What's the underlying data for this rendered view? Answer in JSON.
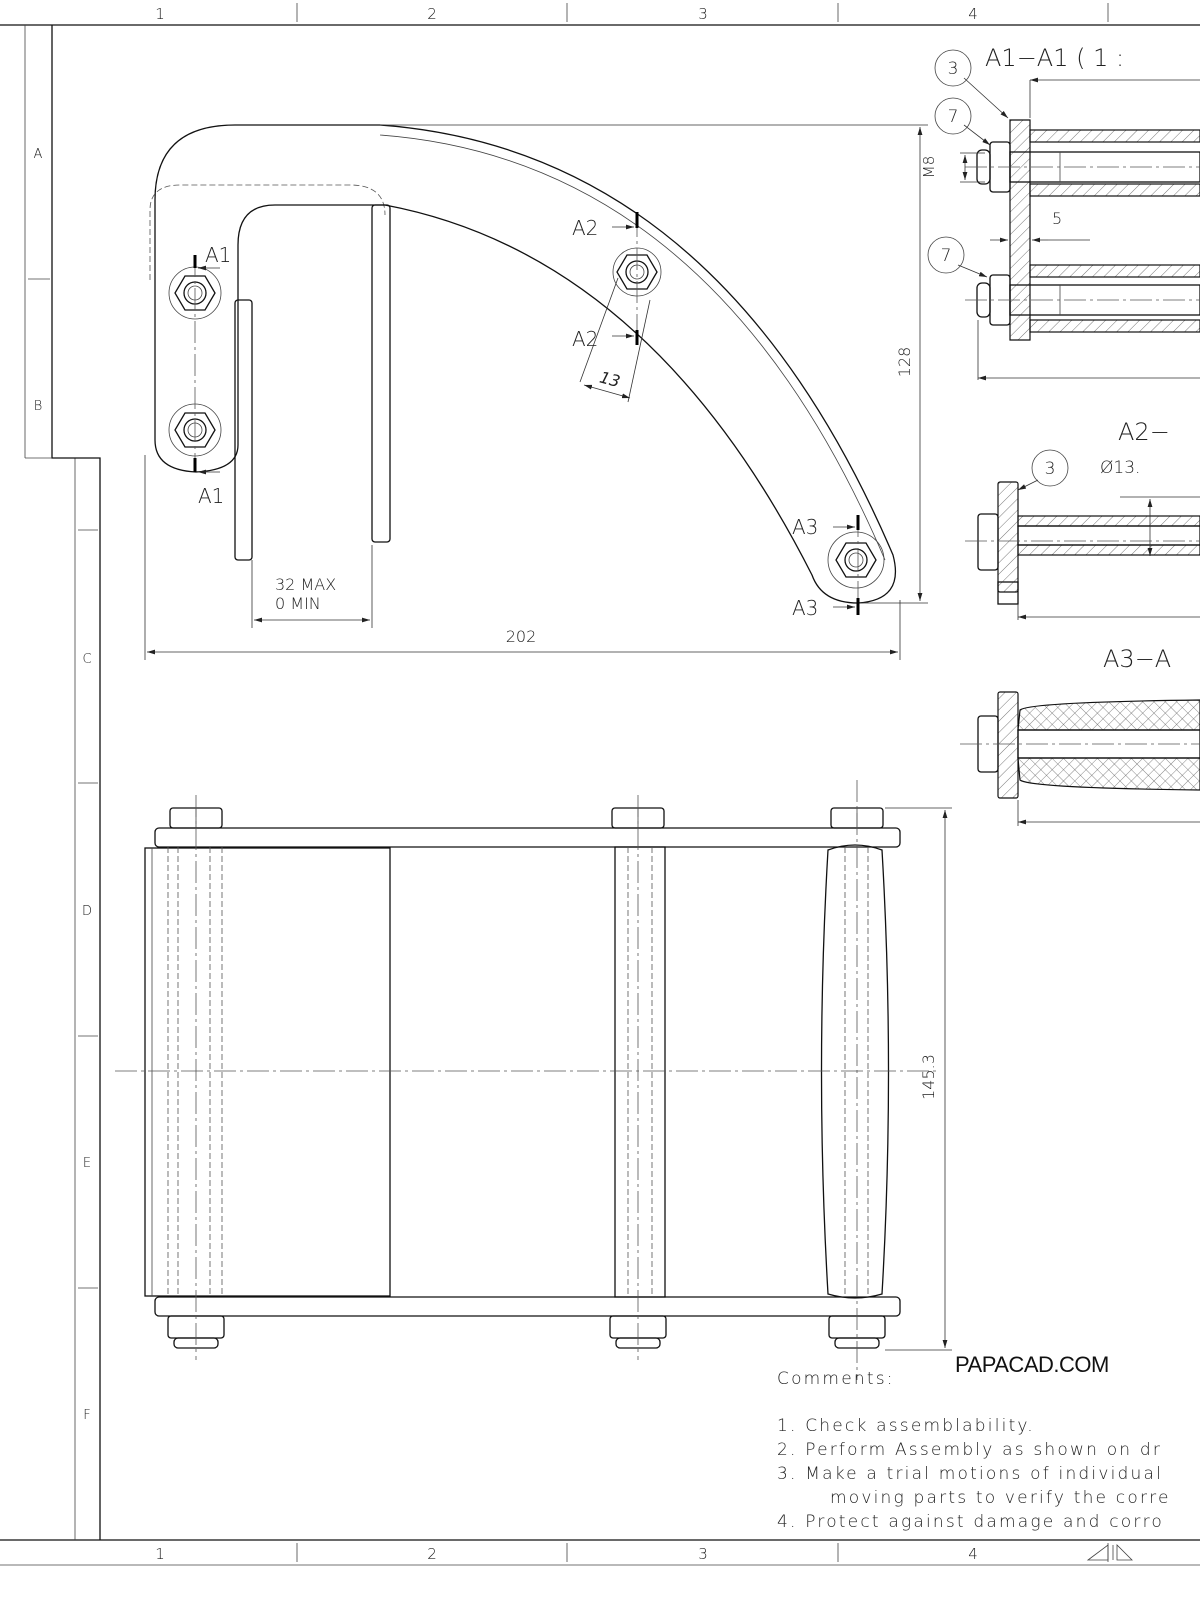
{
  "frame": {
    "columns": [
      "1",
      "2",
      "3",
      "4"
    ],
    "rows_top": [
      "A",
      "B"
    ],
    "rows_bottom": [
      "C",
      "D",
      "E",
      "F"
    ]
  },
  "side_view": {
    "dim_width": "202",
    "dim_height": "128",
    "dim_travel_max": "32 MAX",
    "dim_travel_min": "0 MIN",
    "dim_offset": "13",
    "section_marks": [
      "A1",
      "A1",
      "A2",
      "A2",
      "A3",
      "A3"
    ]
  },
  "top_view": {
    "dim_height": "145.3"
  },
  "sections": {
    "a1": {
      "title": "A1−A1  ( 1 :",
      "balloons": [
        "3",
        "7",
        "7"
      ],
      "dim_thread": "M8",
      "dim_thickness": "5"
    },
    "a2": {
      "title": "A2−",
      "balloon": "3",
      "dim_diameter": "Ø13."
    },
    "a3": {
      "title": "A3−A"
    }
  },
  "watermark": "PAPACAD.COM",
  "comments": {
    "heading": "Comments:",
    "items": [
      "1.  Check  assemblability.",
      "2.  Perform  Assembly  as  shown  on  dr",
      "3.  Make  a  trial  motions  of  individual",
      "moving  parts  to  verify  the  corre",
      "4.  Protect  against  damage  and  corro"
    ]
  }
}
